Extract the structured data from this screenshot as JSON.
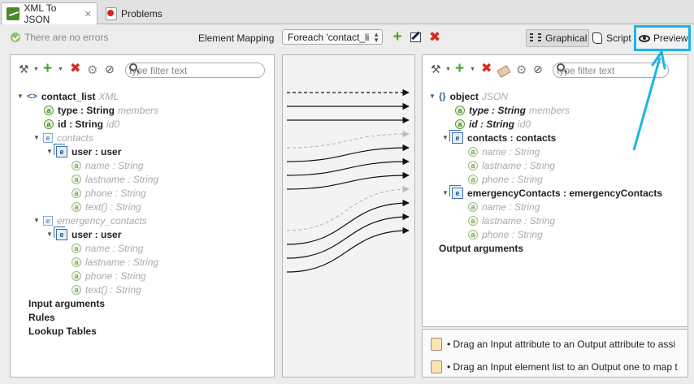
{
  "tabs": [
    {
      "label": "XML To JSON",
      "icon": "mapping-icon",
      "close": "✕"
    },
    {
      "label": "Problems",
      "icon": "problems-icon"
    }
  ],
  "toolbar": {
    "status": "There are no errors",
    "element_mapping_label": "Element Mapping",
    "element_mapping_value": "Foreach 'contact_li",
    "view_graphical": "Graphical",
    "view_script": "Script",
    "view_preview": "Preview"
  },
  "left": {
    "filter_placeholder": "type filter text",
    "tree": [
      {
        "label": "contact_list",
        "type": "XML",
        "icon": "xml-root-icon"
      },
      {
        "label": "type : String",
        "type": "members",
        "icon": "attribute-icon"
      },
      {
        "label": "id : String",
        "type": "id0",
        "icon": "attribute-icon"
      },
      {
        "label": "contacts",
        "type": "",
        "icon": "element-icon"
      },
      {
        "label": "user : user",
        "type": "",
        "icon": "element-list-icon"
      },
      {
        "label": "name : String",
        "icon": "attribute-icon"
      },
      {
        "label": "lastname : String",
        "icon": "attribute-icon"
      },
      {
        "label": "phone : String",
        "icon": "attribute-icon"
      },
      {
        "label": "text() : String",
        "icon": "attribute-icon"
      },
      {
        "label": "emergency_contacts",
        "icon": "element-icon"
      },
      {
        "label": "user : user",
        "icon": "element-list-icon"
      },
      {
        "label": "name : String",
        "icon": "attribute-icon"
      },
      {
        "label": "lastname : String",
        "icon": "attribute-icon"
      },
      {
        "label": "phone : String",
        "icon": "attribute-icon"
      },
      {
        "label": "text() : String",
        "icon": "attribute-icon"
      }
    ],
    "sections": [
      "Input arguments",
      "Rules",
      "Lookup Tables"
    ]
  },
  "right": {
    "filter_placeholder": "type filter text",
    "tree": [
      {
        "label": "object",
        "type": "JSON",
        "icon": "json-root-icon"
      },
      {
        "label": "type : String",
        "type": "members",
        "icon": "attribute-icon"
      },
      {
        "label": "id : String",
        "type": "id0",
        "icon": "attribute-icon"
      },
      {
        "label": "contacts : contacts",
        "icon": "element-list-icon"
      },
      {
        "label": "name : String",
        "icon": "attribute-icon"
      },
      {
        "label": "lastname : String",
        "icon": "attribute-icon"
      },
      {
        "label": "phone : String",
        "icon": "attribute-icon"
      },
      {
        "label": "emergencyContacts : emergencyContacts",
        "icon": "element-list-icon"
      },
      {
        "label": "name : String",
        "icon": "attribute-icon"
      },
      {
        "label": "lastname : String",
        "icon": "attribute-icon"
      },
      {
        "label": "phone : String",
        "icon": "attribute-icon"
      }
    ],
    "sections": [
      "Output arguments"
    ]
  },
  "info": {
    "line1": "• Drag an Input attribute to an Output attribute to assi",
    "line2": "• Drag an Input element list to an Output one to map t"
  },
  "colors": {
    "preview_highlight": "#1ab5e8",
    "add": "#44a528",
    "delete": "#d8291e"
  }
}
